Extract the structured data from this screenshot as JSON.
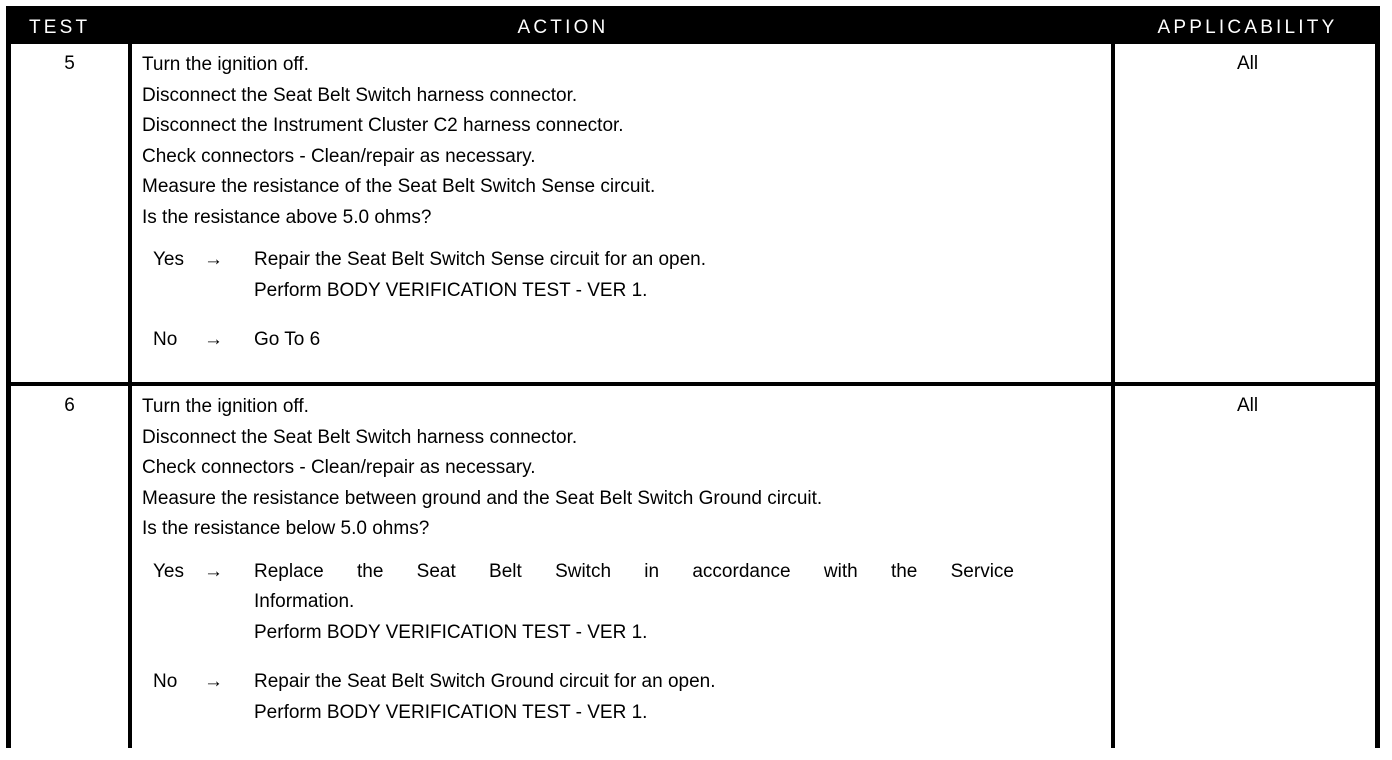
{
  "table": {
    "columns": [
      {
        "key": "test",
        "label": "TEST"
      },
      {
        "key": "action",
        "label": "ACTION"
      },
      {
        "key": "applicability",
        "label": "APPLICABILITY"
      }
    ],
    "rows": [
      {
        "test": "5",
        "applicability": "All",
        "steps": [
          "Turn the ignition off.",
          "Disconnect the Seat Belt Switch harness connector.",
          "Disconnect the Instrument Cluster C2 harness connector.",
          "Check connectors - Clean/repair as necessary.",
          "Measure the resistance of the Seat Belt Switch Sense circuit.",
          "Is the resistance above 5.0 ohms?"
        ],
        "branches": [
          {
            "label": "Yes",
            "arrow": "→",
            "lines": [
              "Repair the Seat Belt Switch Sense circuit for an open.",
              "Perform BODY VERIFICATION TEST - VER 1."
            ]
          },
          {
            "label": "No",
            "arrow": "→",
            "lines": [
              "Go To  6"
            ]
          }
        ]
      },
      {
        "test": "6",
        "applicability": "All",
        "steps": [
          "Turn the ignition off.",
          "Disconnect the Seat Belt Switch harness connector.",
          "Check connectors - Clean/repair as necessary.",
          "Measure the resistance between ground and the Seat Belt Switch Ground circuit.",
          "Is the resistance below 5.0 ohms?"
        ],
        "branches": [
          {
            "label": "Yes",
            "arrow": "→",
            "lines": [
              "Replace the Seat Belt Switch in accordance with the Service",
              "Information.",
              "Perform BODY VERIFICATION TEST - VER 1."
            ]
          },
          {
            "label": "No",
            "arrow": "→",
            "lines": [
              "Repair the Seat Belt Switch Ground circuit for an open.",
              "Perform BODY VERIFICATION TEST - VER 1."
            ]
          }
        ]
      }
    ]
  },
  "colors": {
    "header_background": "#000000",
    "header_text": "#ffffff",
    "border": "#000000",
    "body_background": "#ffffff",
    "body_text": "#000000"
  }
}
